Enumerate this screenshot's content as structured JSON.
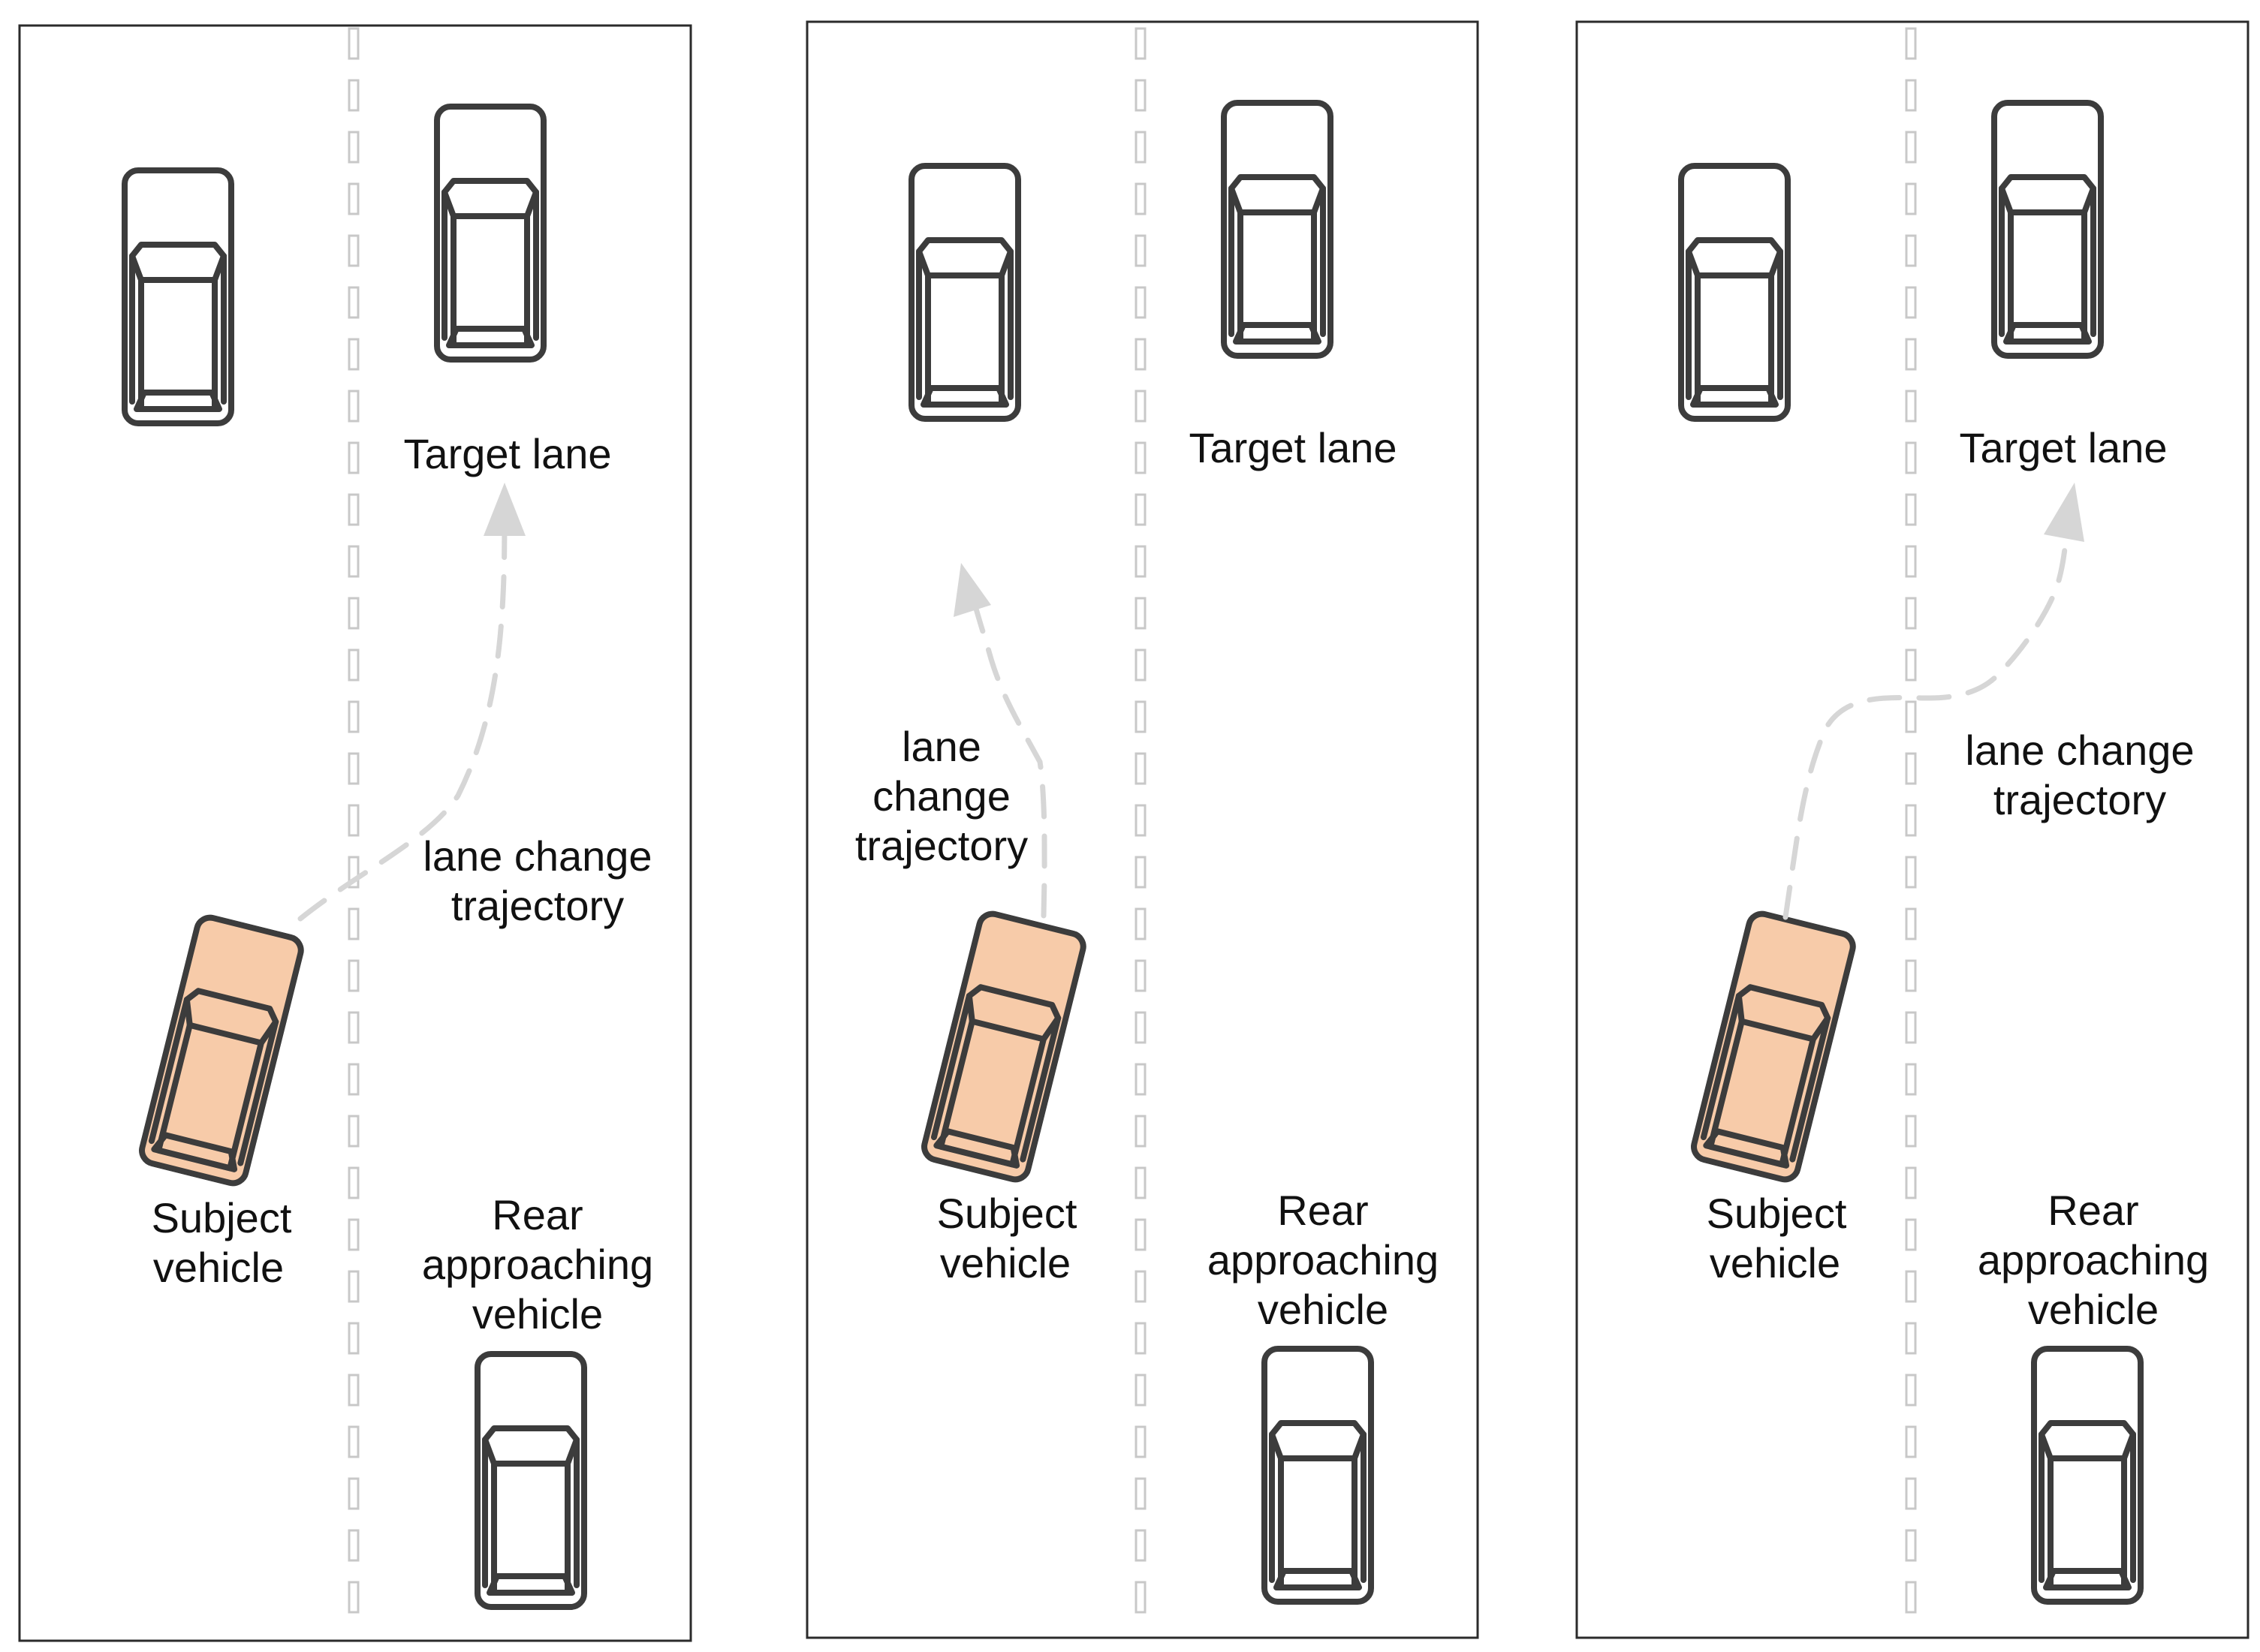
{
  "colors": {
    "subject_vehicle_fill": "#f7cba9",
    "other_vehicle_fill": "#ffffff",
    "vehicle_outline": "#3c3c3c",
    "trajectory": "#d6d6d6",
    "lane_marking": "#c8c8c8",
    "panel_border": "#2b2b2b"
  },
  "panels": [
    {
      "target_lane": "Target lane",
      "trajectory_label": [
        "lane change",
        "trajectory"
      ],
      "subject_label": [
        "Subject",
        "vehicle"
      ],
      "rear_label": [
        "Rear",
        "approaching",
        "vehicle"
      ]
    },
    {
      "target_lane": "Target lane",
      "trajectory_label": [
        "lane",
        "change",
        "trajectory"
      ],
      "subject_label": [
        "Subject",
        "vehicle"
      ],
      "rear_label": [
        "Rear",
        "approaching",
        "vehicle"
      ]
    },
    {
      "target_lane": "Target lane",
      "trajectory_label": [
        "lane change",
        "trajectory"
      ],
      "subject_label": [
        "Subject",
        "vehicle"
      ],
      "rear_label": [
        "Rear",
        "approaching",
        "vehicle"
      ]
    }
  ]
}
